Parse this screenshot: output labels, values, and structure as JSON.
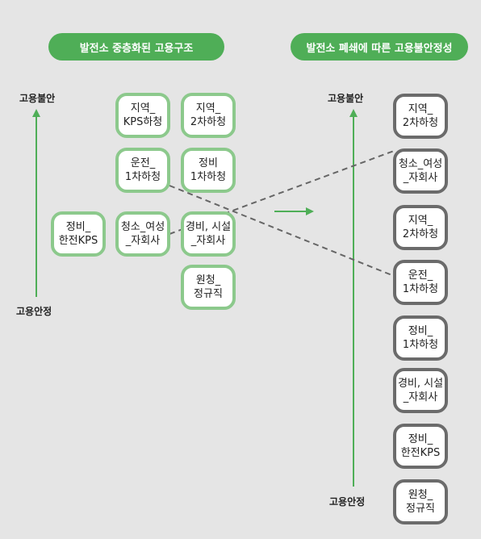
{
  "left": {
    "title": "발전소 중층화된 고용구조",
    "axis_top": "고용불안",
    "axis_bottom": "고용안정",
    "boxes": [
      {
        "line1": "지역_",
        "line2": "KPS하청"
      },
      {
        "line1": "지역_",
        "line2": "2차하청"
      },
      {
        "line1": "운전_",
        "line2": "1차하청"
      },
      {
        "line1": "정비",
        "line2": "1차하청"
      },
      {
        "line1": "정비_",
        "line2": "한전KPS"
      },
      {
        "line1": "청소_여성",
        "line2": "_자회사"
      },
      {
        "line1": "경비, 시설",
        "line2": "_자회사"
      },
      {
        "line1": "원청_",
        "line2": "정규직"
      }
    ]
  },
  "right": {
    "title": "발전소 폐쇄에 따른 고용불안정성",
    "axis_top": "고용불안",
    "axis_bottom": "고용안정",
    "boxes": [
      {
        "line1": "지역_",
        "line2": "2차하청"
      },
      {
        "line1": "청소_여성",
        "line2": "_자회사"
      },
      {
        "line1": "지역_",
        "line2": "2차하청"
      },
      {
        "line1": "운전_",
        "line2": "1차하청"
      },
      {
        "line1": "정비_",
        "line2": "1차하청"
      },
      {
        "line1": "경비, 시설",
        "line2": "_자회사"
      },
      {
        "line1": "정비_",
        "line2": "한전KPS"
      },
      {
        "line1": "원청_",
        "line2": "정규직"
      }
    ]
  },
  "colors": {
    "accent": "#4fae57",
    "box_green": "#8cc98c",
    "box_gray": "#6b6b6b",
    "background": "#e5e5e5"
  }
}
